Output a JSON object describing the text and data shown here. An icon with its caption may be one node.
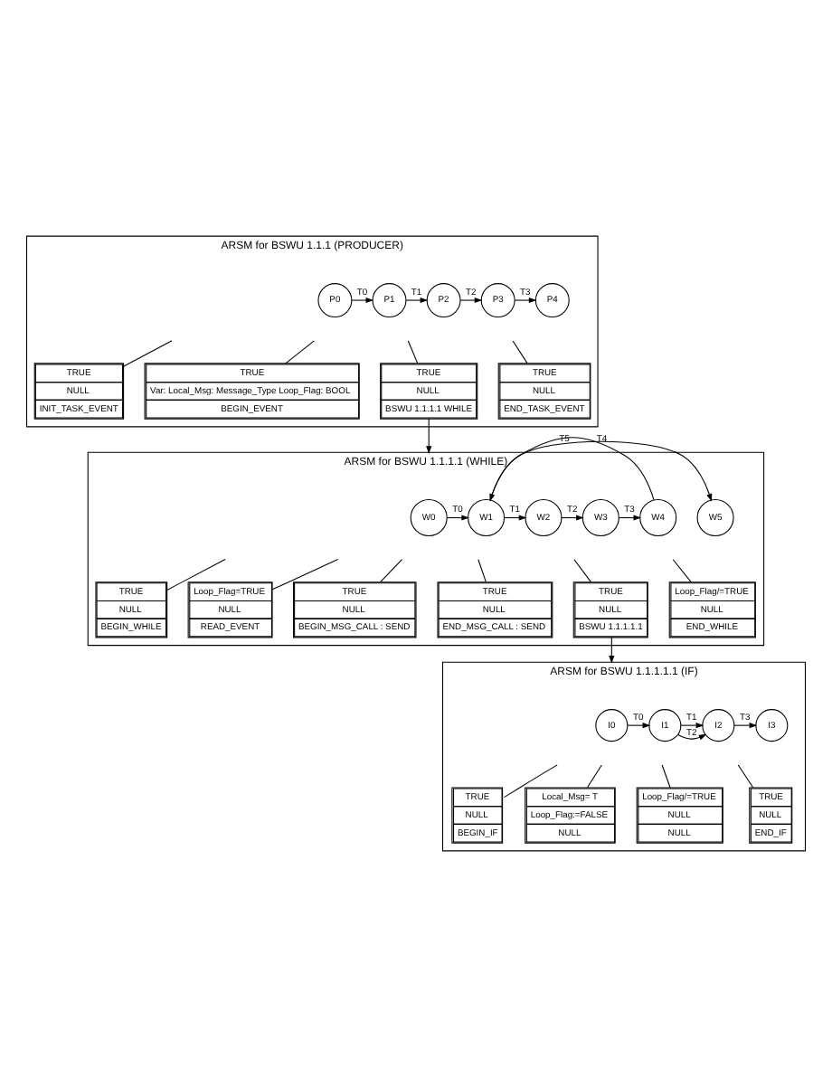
{
  "diagram": {
    "nodes": [
      {
        "text": [
          "ARSM for BSWU 1.1.1 (PRODUCER)"
        ]
      },
      {
        "text": [
          "P0"
        ],
        "in": 0
      },
      {
        "text": [
          "P1"
        ],
        "in": 0
      },
      {
        "text": [
          "P2"
        ],
        "in": 0
      },
      {
        "text": [
          "P3"
        ],
        "in": 0
      },
      {
        "text": [
          "P4"
        ],
        "in": 0
      },
      {
        "text": [
          "TRUE",
          "NULL",
          "INIT_TASK_EVENT"
        ],
        "in": 0
      },
      {
        "text": [
          "TRUE",
          "Var: Local_Msg: Message_Type Loop_Flag: BOOL",
          "BEGIN_EVENT"
        ],
        "in": 0
      },
      {
        "text": [
          "TRUE",
          "NULL",
          "BSWU 1.1.1.1 WHILE"
        ],
        "in": 0
      },
      {
        "text": [
          "TRUE",
          "NULL",
          "END_TASK_EVENT"
        ],
        "in": 0
      },
      {
        "text": [
          "ARSM for BSWU 1.1.1.1 (WHILE)"
        ]
      },
      {
        "text": [
          "W0"
        ],
        "in": 10
      },
      {
        "text": [
          "W1"
        ],
        "in": 10
      },
      {
        "text": [
          "W2"
        ],
        "in": 10
      },
      {
        "text": [
          "W3"
        ],
        "in": 10
      },
      {
        "text": [
          "W4"
        ],
        "in": 10
      },
      {
        "text": [
          "W5"
        ],
        "in": 10
      },
      {
        "text": [
          "TRUE",
          "NULL",
          "BEGIN_WHILE"
        ],
        "in": 10
      },
      {
        "text": [
          "Loop_Flag=TRUE",
          "NULL",
          "READ_EVENT"
        ],
        "in": 10
      },
      {
        "text": [
          "TRUE",
          "NULL",
          "BEGIN_MSG_CALL : SEND"
        ],
        "in": 10
      },
      {
        "text": [
          "TRUE",
          "NULL",
          "END_MSG_CALL : SEND"
        ],
        "in": 10
      },
      {
        "text": [
          "TRUE",
          "NULL",
          "BSWU 1.1.1.1.1"
        ],
        "in": 10
      },
      {
        "text": [
          "Loop_Flag/=TRUE",
          "NULL",
          "END_WHILE"
        ],
        "in": 10
      },
      {
        "text": [
          "ARSM for BSWU 1.1.1.1.1 (IF)"
        ]
      },
      {
        "text": [
          "I0"
        ],
        "in": 23
      },
      {
        "text": [
          "I1"
        ],
        "in": 23
      },
      {
        "text": [
          "I2"
        ],
        "in": 23
      },
      {
        "text": [
          "I3"
        ],
        "in": 23
      },
      {
        "text": [
          "TRUE",
          "NULL",
          "BEGIN_IF"
        ],
        "in": 23
      },
      {
        "text": [
          "Local_Msg= T",
          "Loop_Flag:=FALSE",
          "NULL"
        ],
        "in": 23
      },
      {
        "text": [
          "Loop_Flag/=TRUE",
          "NULL",
          "NULL"
        ],
        "in": 23
      },
      {
        "text": [
          "TRUE",
          "NULL",
          "END_IF"
        ],
        "in": 23
      }
    ],
    "edges": [
      {
        "from": 1,
        "to": 2,
        "arrow": "to",
        "label": "T0"
      },
      {
        "from": 2,
        "to": 3,
        "arrow": "to",
        "label": "T1"
      },
      {
        "from": 3,
        "to": 4,
        "arrow": "to",
        "label": "T2"
      },
      {
        "from": 4,
        "to": 5,
        "arrow": "to",
        "label": "T3"
      },
      {
        "from": 6,
        "to": null,
        "arrow": "none"
      },
      {
        "from": 7,
        "to": null,
        "arrow": "none"
      },
      {
        "from": 8,
        "to": null,
        "arrow": "none"
      },
      {
        "from": 9,
        "to": null,
        "arrow": "none"
      },
      {
        "from": 8,
        "to": 10,
        "arrow": "to"
      },
      {
        "from": 11,
        "to": 12,
        "arrow": "to",
        "label": "T0"
      },
      {
        "from": 12,
        "to": 13,
        "arrow": "to",
        "label": "T1"
      },
      {
        "from": 13,
        "to": 14,
        "arrow": "to",
        "label": "T2"
      },
      {
        "from": 14,
        "to": 15,
        "arrow": "to",
        "label": "T3"
      },
      {
        "from": 15,
        "to": 12,
        "arrow": "to",
        "label": "T4"
      },
      {
        "from": 12,
        "to": 16,
        "arrow": "to",
        "label": "T5"
      },
      {
        "from": 17,
        "to": null,
        "arrow": "none"
      },
      {
        "from": 18,
        "to": null,
        "arrow": "none"
      },
      {
        "from": 19,
        "to": null,
        "arrow": "none"
      },
      {
        "from": 20,
        "to": null,
        "arrow": "none"
      },
      {
        "from": 21,
        "to": null,
        "arrow": "none"
      },
      {
        "from": 22,
        "to": null,
        "arrow": "none"
      },
      {
        "from": 21,
        "to": 23,
        "arrow": "to"
      },
      {
        "from": 24,
        "to": 25,
        "arrow": "to",
        "label": "T0"
      },
      {
        "from": 25,
        "to": 26,
        "arrow": "to",
        "label": "T1"
      },
      {
        "from": 25,
        "to": 26,
        "arrow": "to",
        "label": "T2"
      },
      {
        "from": 26,
        "to": 27,
        "arrow": "to",
        "label": "T3"
      },
      {
        "from": 28,
        "to": null,
        "arrow": "none"
      },
      {
        "from": 29,
        "to": null,
        "arrow": "none"
      },
      {
        "from": 30,
        "to": null,
        "arrow": "none"
      },
      {
        "from": 31,
        "to": null,
        "arrow": "none"
      }
    ]
  }
}
